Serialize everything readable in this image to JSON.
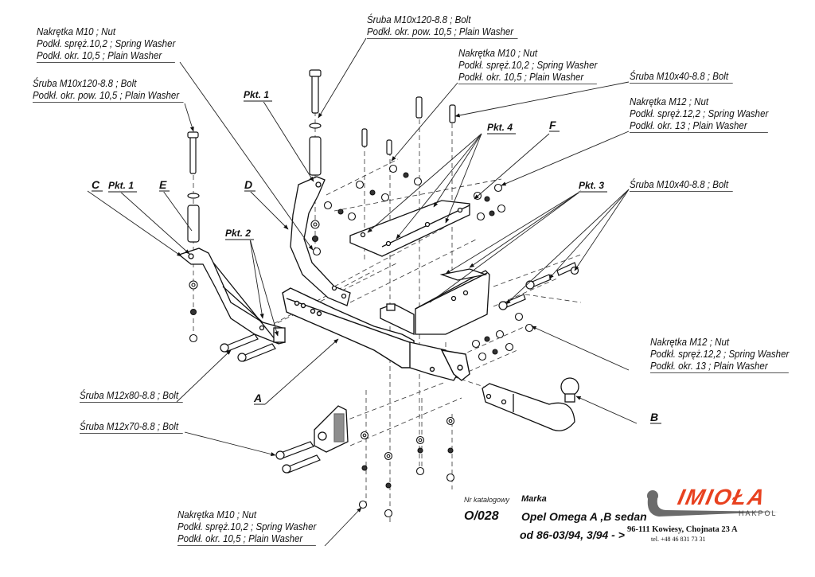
{
  "drawing": {
    "title": "Tow bar assembly diagram",
    "colors": {
      "line": "#1a1a1a",
      "leader": "#2a2a2a",
      "dash": "#333333",
      "logo_red": "#e8411f",
      "logo_grey": "#6b6b6b"
    }
  },
  "labels": {
    "top_left_nut": [
      "Nakrętka  M10 ; Nut",
      "Podkł. spręż.10,2 ; Spring Washer",
      "Podkł. okr. 10,5 ; Plain Washer"
    ],
    "left_bolt": [
      "Śruba M10x120-8.8 ;  Bolt",
      "Podkł. okr. pow. 10,5 ; Plain Washer"
    ],
    "top_center_bolt": [
      "Śruba M10x120-8.8 ;  Bolt",
      "Podkł. okr. pow. 10,5 ; Plain Washer"
    ],
    "center_nut": [
      "Nakrętka  M10 ; Nut",
      "Podkł. spręż.10,2 ; Spring Washer",
      "Podkł. okr. 10,5 ; Plain Washer"
    ],
    "right_bolt_top": [
      "Śruba M10x40-8.8 ;  Bolt"
    ],
    "right_nut_m12_top": [
      "Nakrętka  M12 ; Nut",
      "Podkł. spręż.12,2 ; Spring Washer",
      "Podkł. okr. 13 ; Plain Washer"
    ],
    "right_bolt_mid": [
      "Śruba M10x40-8.8 ;  Bolt"
    ],
    "right_nut_m12_bottom": [
      "Nakrętka  M12 ; Nut",
      "Podkł. spręż.12,2 ; Spring Washer",
      "Podkł. okr. 13 ; Plain Washer"
    ],
    "bolt_m12x80": [
      "Śruba M12x80-8.8 ;  Bolt"
    ],
    "bolt_m12x70": [
      "Śruba M12x70-8.8 ;  Bolt"
    ],
    "bottom_nut": [
      "Nakrętka  M10 ; Nut",
      "Podkł. spręż.10,2 ; Spring Washer",
      "Podkł. okr. 10,5 ; Plain Washer"
    ]
  },
  "tags": {
    "C": "C",
    "pkt1_left": "Pkt. 1",
    "E": "E",
    "D": "D",
    "pkt1_top": "Pkt. 1",
    "pkt2": "Pkt. 2",
    "pkt4": "Pkt. 4",
    "F": "F",
    "pkt3": "Pkt. 3",
    "A": "A",
    "B": "B"
  },
  "title_block": {
    "catalog_label": "Nr katalogowy",
    "catalog_number": "O/028",
    "brand_label": "Marka",
    "model": "Opel Omega A ,B sedan",
    "years": "od 86-03/94, 3/94 - >",
    "logo_name": "IMIOŁA",
    "logo_sub": "HAKPOL",
    "address": "96-111 Kowiesy, Chojnata 23 A",
    "phone": "tel. +48 46 831 73 31"
  }
}
